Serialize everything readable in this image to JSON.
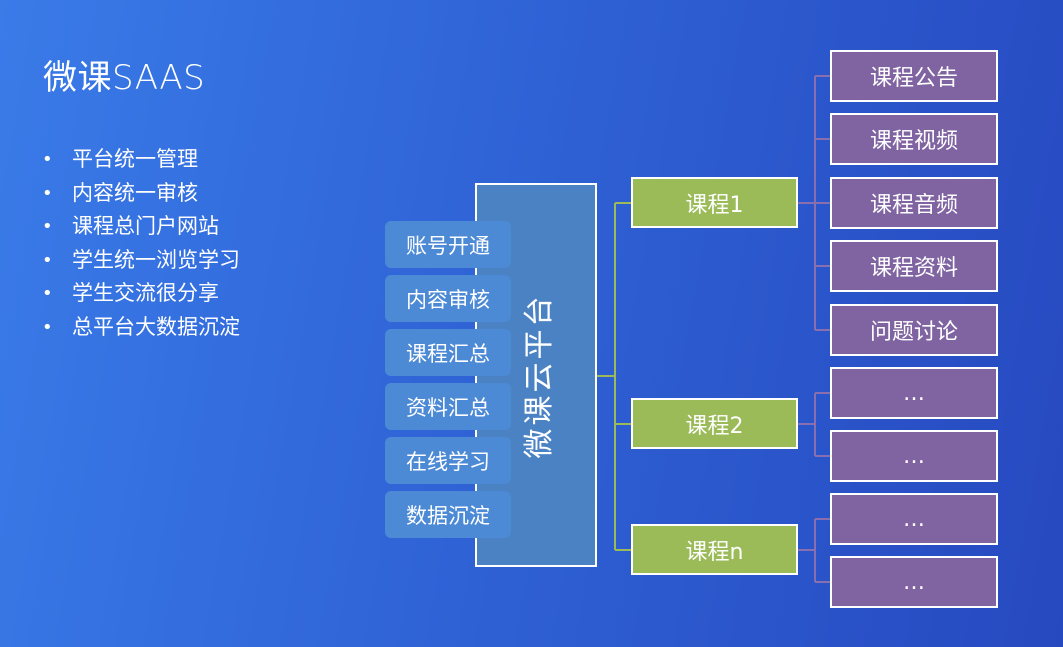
{
  "title": "微课SAAS",
  "bullets": [
    "平台统一管理",
    "内容统一审核",
    "课程总门户网站",
    "学生统一浏览学习",
    "学生交流很分享",
    "总平台大数据沉淀"
  ],
  "platform": {
    "label": "微课云平台",
    "color": "#4a82c4"
  },
  "features": [
    "账号开通",
    "内容审核",
    "课程汇总",
    "资料汇总",
    "在线学习",
    "数据沉淀"
  ],
  "courses": [
    {
      "label": "课程1",
      "modules": [
        "课程公告",
        "课程视频",
        "课程音频",
        "课程资料",
        "问题讨论"
      ]
    },
    {
      "label": "课程2",
      "modules": [
        "…",
        "…"
      ]
    },
    {
      "label": "课程n",
      "modules": [
        "…",
        "…"
      ]
    }
  ],
  "colors": {
    "course": "#9bbb59",
    "module": "#8064a2",
    "feature": "#4d8ad6",
    "course_connector": "#9bbb59",
    "module_connector": "#8064a2"
  }
}
